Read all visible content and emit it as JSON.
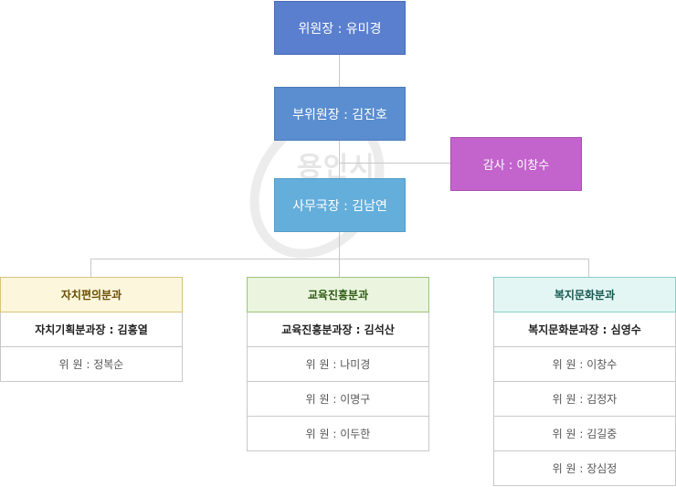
{
  "chair": {
    "label": "위원장 : 유미경"
  },
  "vice_chair": {
    "label": "부위원장 : 김진호"
  },
  "auditor": {
    "label": "감사 : 이창수"
  },
  "secretary": {
    "label": "사무국장 : 김남연"
  },
  "divisions": [
    {
      "name": "자치편의분과",
      "lead": "자치기획분과장 : 김흥열",
      "members": [
        "위 원 : 정복순"
      ]
    },
    {
      "name": "교육진흥분과",
      "lead": "교육진흥분과장 : 김석산",
      "members": [
        "위 원 : 나미경",
        "위 원 : 이명구",
        "위 원 : 이두한"
      ]
    },
    {
      "name": "복지문화분과",
      "lead": "복지문화분과장 : 심영수",
      "members": [
        "위 원 : 이창수",
        "위 원 : 김정자",
        "위 원 : 김길중",
        "위 원 : 장심정"
      ]
    }
  ],
  "watermark": {
    "text": "용인시"
  }
}
